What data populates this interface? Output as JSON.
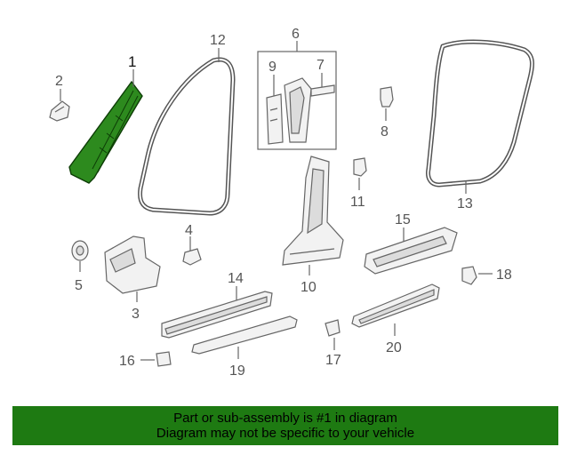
{
  "diagram": {
    "callouts": {
      "c1": "1",
      "c2": "2",
      "c3": "3",
      "c4": "4",
      "c5": "5",
      "c6": "6",
      "c7": "7",
      "c8": "8",
      "c9": "9",
      "c10": "10",
      "c11": "11",
      "c12": "12",
      "c13": "13",
      "c14": "14",
      "c15": "15",
      "c16": "16",
      "c17": "17",
      "c18": "18",
      "c19": "19",
      "c20": "20"
    },
    "highlighted_part": "1",
    "colors": {
      "highlight": "#1e7a12",
      "line": "#666666"
    }
  },
  "banner": {
    "line1": "Part or sub-assembly is #1 in diagram",
    "line2": "Diagram may not be specific to your vehicle",
    "background": "#1e7a12"
  }
}
